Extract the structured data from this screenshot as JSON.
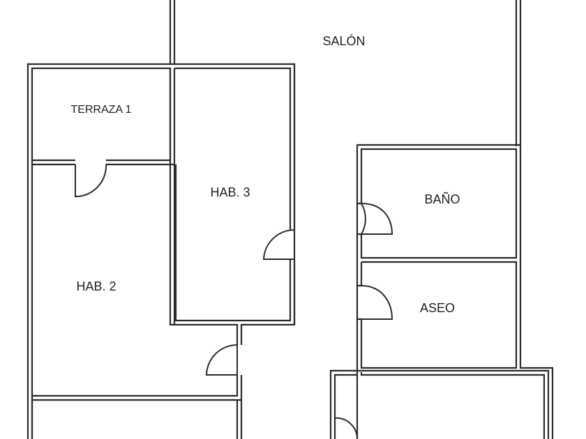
{
  "rooms": {
    "salon": "SALÓN",
    "terraza_1": "TERRAZA 1",
    "hab_3": "HAB. 3",
    "hab_2": "HAB. 2",
    "bano": "BAÑO",
    "aseo": "ASEO"
  },
  "colors": {
    "wall": "#2a2a2a",
    "background": "#ffffff"
  }
}
